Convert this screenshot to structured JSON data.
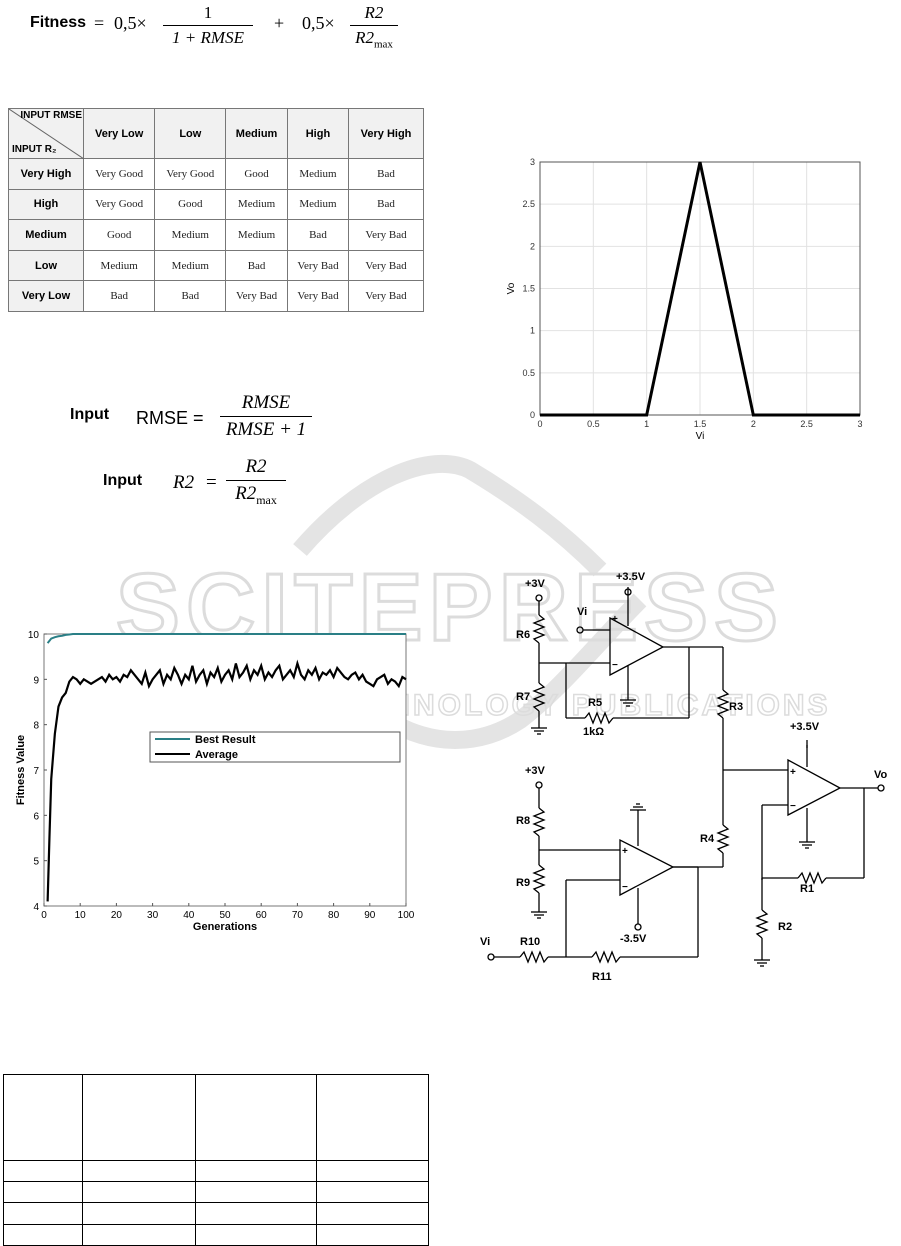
{
  "fitness_formula": {
    "label": "Fitness",
    "equals": "=",
    "coef1": "0,5×",
    "num1": "1",
    "den1": "1 + RMSE",
    "plus": "+",
    "coef2": "0,5×",
    "num2": "R2",
    "den2": "R2",
    "den2_sub": "max"
  },
  "rule_table": {
    "corner_top": "INPUT RMSE",
    "corner_bottom": "INPUT R₂",
    "columns": [
      "Very Low",
      "Low",
      "Medium",
      "High",
      "Very High"
    ],
    "rows": [
      {
        "label": "Very High",
        "cells": [
          "Very Good",
          "Very Good",
          "Good",
          "Medium",
          "Bad"
        ]
      },
      {
        "label": "High",
        "cells": [
          "Very Good",
          "Good",
          "Medium",
          "Medium",
          "Bad"
        ]
      },
      {
        "label": "Medium",
        "cells": [
          "Good",
          "Medium",
          "Medium",
          "Bad",
          "Very Bad"
        ]
      },
      {
        "label": "Low",
        "cells": [
          "Medium",
          "Medium",
          "Bad",
          "Very Bad",
          "Very Bad"
        ]
      },
      {
        "label": "Very Low",
        "cells": [
          "Bad",
          "Bad",
          "Very Bad",
          "Very Bad",
          "Very Bad"
        ]
      }
    ]
  },
  "input_formulas": {
    "rmse_label": "Input",
    "rmse_lhs": "RMSE =",
    "rmse_num": "RMSE",
    "rmse_den": "RMSE + 1",
    "r2_label": "Input",
    "r2_lhs": "R2",
    "r2_eq": "=",
    "r2_num": "R2",
    "r2_den": "R2",
    "r2_den_sub": "max"
  },
  "circuit": {
    "labels": {
      "v3_top": "+3V",
      "v35_top": "+3.5V",
      "vi_top": "Vi",
      "r6": "R6",
      "r7": "R7",
      "r5": "R5",
      "r5_val": "1kΩ",
      "r3": "R3",
      "v35_right": "+3.5V",
      "vo": "Vo",
      "v3_mid": "+3V",
      "r8": "R8",
      "r9": "R9",
      "r4": "R4",
      "r1": "R1",
      "r2": "R2",
      "vneg35": "-3.5V",
      "vi_bottom": "Vi",
      "r10": "R10",
      "r11": "R11"
    }
  },
  "watermark": {
    "line1": "SCITEPRESS",
    "line2": "SCIENCE AND TECHNOLOGY PUBLICATIONS"
  },
  "bottom_table": {
    "rows": 5,
    "cols": 4
  },
  "chart_data": [
    {
      "type": "line",
      "title": "",
      "xlabel": "Vi",
      "ylabel": "Vo",
      "xlim": [
        0,
        3
      ],
      "ylim": [
        0,
        3
      ],
      "xticks": [
        "0",
        "0.5",
        "1",
        "1.5",
        "2",
        "2.5",
        "3"
      ],
      "yticks": [
        "0",
        "0.5",
        "1",
        "1.5",
        "2",
        "2.5",
        "3"
      ],
      "grid": true,
      "series": [
        {
          "x": [
            0,
            1,
            1.5,
            2,
            3
          ],
          "y": [
            0,
            0,
            3,
            0,
            0
          ],
          "color": "#000000"
        }
      ]
    },
    {
      "type": "line",
      "title": "",
      "xlabel": "Generations",
      "ylabel": "Fitness Value",
      "xlim": [
        0,
        100
      ],
      "ylim": [
        4,
        10
      ],
      "xticks": [
        "0",
        "10",
        "20",
        "30",
        "40",
        "50",
        "60",
        "70",
        "80",
        "90",
        "100"
      ],
      "yticks": [
        "4",
        "5",
        "6",
        "7",
        "8",
        "9",
        "10"
      ],
      "grid": false,
      "legend": "upper-center",
      "series": [
        {
          "name": "Best Result",
          "color": "#2a7f86",
          "x": [
            1,
            2,
            3,
            4,
            5,
            6,
            7,
            8,
            100
          ],
          "y": [
            9.8,
            9.9,
            9.93,
            9.95,
            9.96,
            9.98,
            9.99,
            10.0,
            10.0
          ]
        },
        {
          "name": "Average",
          "color": "#000000",
          "x": [
            1,
            1.5,
            2,
            3,
            4,
            5,
            6,
            7,
            8,
            9,
            10,
            11,
            12,
            13,
            14,
            15,
            16,
            17,
            18,
            19,
            20,
            21,
            22,
            23,
            24,
            25,
            26,
            27,
            28,
            29,
            30,
            31,
            32,
            33,
            34,
            35,
            36,
            37,
            38,
            39,
            40,
            41,
            42,
            43,
            44,
            45,
            46,
            47,
            48,
            49,
            50,
            51,
            52,
            53,
            54,
            55,
            56,
            57,
            58,
            59,
            60,
            61,
            62,
            63,
            64,
            65,
            66,
            67,
            68,
            69,
            70,
            71,
            72,
            73,
            74,
            75,
            76,
            77,
            78,
            79,
            80,
            81,
            82,
            83,
            84,
            85,
            86,
            87,
            88,
            89,
            90,
            91,
            92,
            93,
            94,
            95,
            96,
            97,
            98,
            99,
            100
          ],
          "y": [
            4.1,
            5.5,
            6.8,
            7.8,
            8.4,
            8.6,
            8.7,
            8.95,
            9.05,
            9.0,
            8.9,
            9.0,
            8.95,
            8.9,
            8.95,
            9.0,
            9.05,
            8.95,
            9.1,
            9.0,
            9.05,
            8.95,
            9.1,
            9.05,
            9.2,
            9.1,
            9.0,
            8.9,
            9.15,
            8.85,
            9.0,
            9.1,
            9.2,
            8.9,
            9.1,
            9.0,
            9.25,
            9.1,
            8.9,
            9.1,
            9.0,
            9.3,
            8.95,
            9.1,
            9.2,
            8.9,
            9.15,
            9.05,
            9.25,
            8.95,
            9.1,
            9.2,
            9.0,
            9.35,
            9.05,
            9.15,
            9.3,
            9.0,
            9.2,
            9.1,
            9.3,
            9.0,
            9.15,
            9.05,
            9.2,
            9.3,
            9.0,
            9.1,
            9.2,
            9.05,
            9.35,
            9.1,
            9.0,
            9.2,
            9.1,
            9.25,
            9.0,
            9.15,
            9.1,
            9.2,
            9.05,
            9.25,
            9.15,
            9.05,
            9.0,
            9.1,
            9.15,
            9.0,
            9.1,
            8.95,
            8.9,
            8.85,
            9.0,
            9.05,
            9.1,
            8.9,
            9.0,
            8.95,
            8.85,
            9.05,
            9.0
          ]
        }
      ]
    }
  ]
}
